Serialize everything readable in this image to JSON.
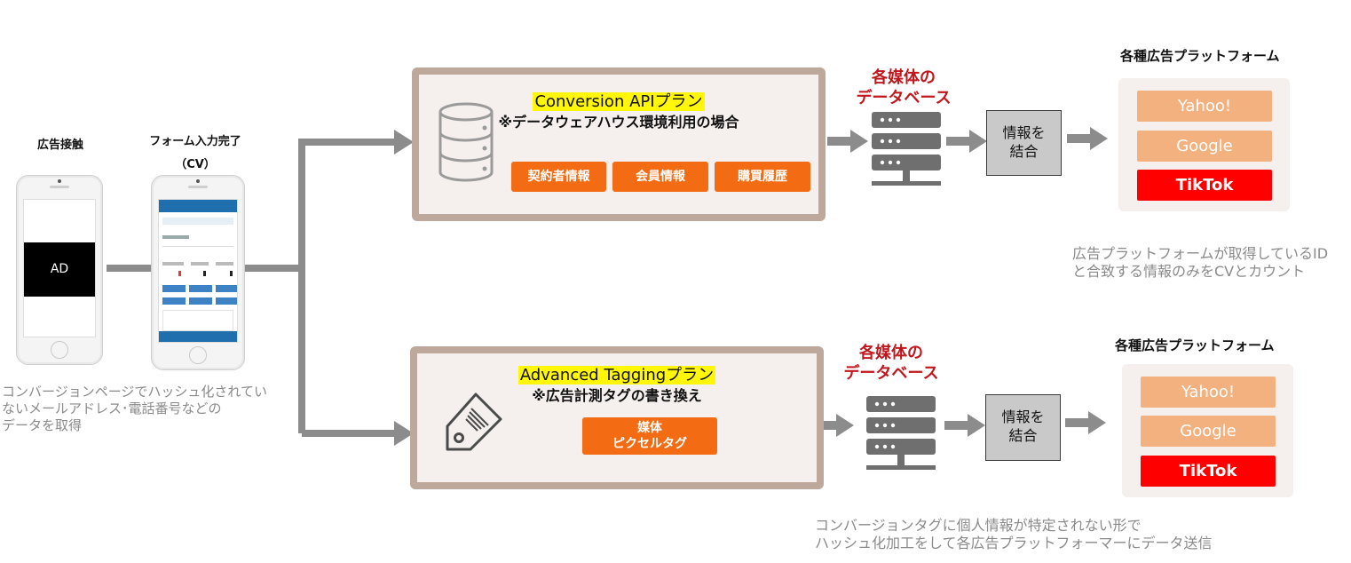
{
  "left": {
    "ad_contact_label": "広告接触",
    "form_complete_label": "フォーム入力完了",
    "cv_label": "（CV）",
    "ad_screen_text": "AD",
    "note_lines": [
      "コンバージョンページでハッシュ化されてい",
      "ないメールアドレス･電話番号などの",
      "データを取得"
    ]
  },
  "top_plan": {
    "title": "Conversion APIプラン",
    "subtitle": "※データウェアハウス環境利用の場合",
    "buttons": [
      "契約者情報",
      "会員情報",
      "購買履歴"
    ]
  },
  "bottom_plan": {
    "title": "Advanced Taggingプラン",
    "subtitle": "※広告計測タグの書き換え",
    "button_lines": [
      "媒体",
      "ピクセルタグ"
    ]
  },
  "database_title_lines": [
    "各媒体の",
    "データベース"
  ],
  "join_lines": [
    "情報を",
    "結合"
  ],
  "platform_title": "各種広告プラットフォーム",
  "platforms": [
    "Yahoo!",
    "Google",
    "TikTok"
  ],
  "top_note_lines": [
    "広告プラットフォームが取得しているID",
    "と合致する情報のみをCVとカウント"
  ],
  "bottom_note_lines": [
    "コンバージョンタグに個人情報が特定されない形で",
    "ハッシュ化加工をして各広告プラットフォーマーにデータ送信"
  ],
  "colors": {
    "orange": "#f36b12",
    "light_orange": "#f2b17e",
    "red": "#ff0000",
    "box_border": "#bda89b",
    "db_title": "#c0171c",
    "arrow_gray": "#8c8c8c"
  },
  "icons": [
    "database-icon",
    "tag-icon",
    "server-icon",
    "arrow-icon",
    "smartphone-icon"
  ]
}
